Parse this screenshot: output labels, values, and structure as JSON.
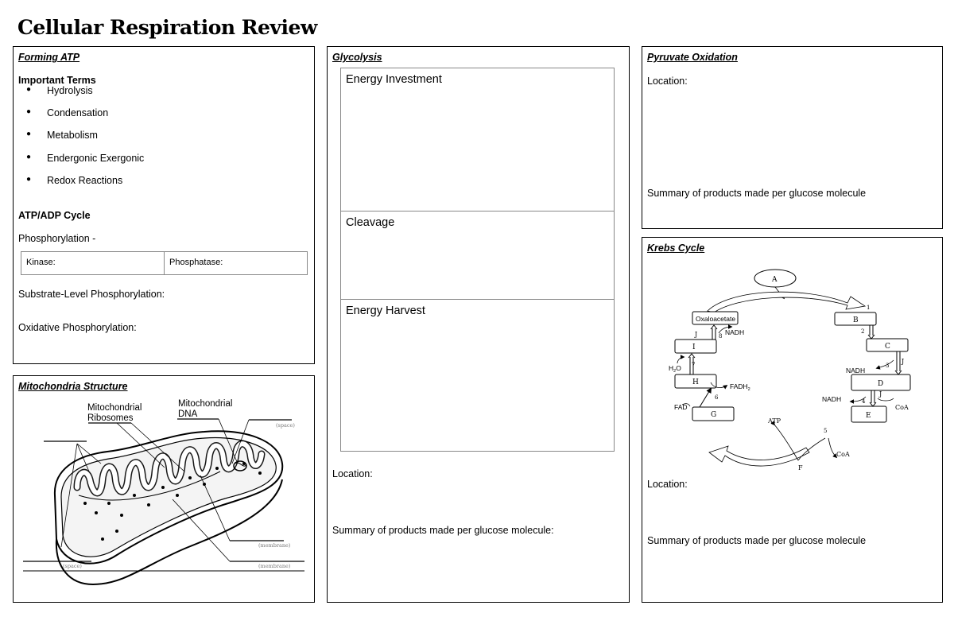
{
  "page_title": "Cellular Respiration Review",
  "forming_atp": {
    "heading": "Forming ATP",
    "important_terms_label": "Important Terms",
    "terms": [
      "Hydrolysis",
      "Condensation",
      "Metabolism",
      "Endergonic Exergonic",
      "Redox Reactions"
    ],
    "cycle_label": "ATP/ADP Cycle",
    "phosphorylation": "Phosphorylation -",
    "kinase": "Kinase:",
    "phosphatase": "Phosphatase:",
    "substrate_level": "Substrate-Level Phosphorylation:",
    "oxidative": "Oxidative Phosphorylation:"
  },
  "mitochondria": {
    "heading": "Mitochondria Structure",
    "ribosomes_label_1": "Mitochondrial",
    "ribosomes_label_2": "Ribosomes",
    "dna_label_1": "Mitochondrial",
    "dna_label_2": "DNA",
    "space_label": "(space)",
    "membrane_label": "(membrane)"
  },
  "glycolysis": {
    "heading": "Glycolysis",
    "stages": [
      "Energy Investment",
      "Cleavage",
      "Energy Harvest"
    ],
    "location": "Location:",
    "summary": "Summary of products made per glucose molecule:"
  },
  "pyruvate": {
    "heading": "Pyruvate Oxidation",
    "location": "Location:",
    "summary": "Summary of products made per glucose molecule"
  },
  "krebs": {
    "heading": "Krebs Cycle",
    "location": "Location:",
    "summary": "Summary of products made per glucose molecule",
    "diagram": {
      "boxes": {
        "A": "A",
        "B": "B",
        "C": "C",
        "D": "D",
        "E": "E",
        "G": "G",
        "H": "H",
        "I": "I",
        "oxalo": "Oxaloacetate"
      },
      "step_numbers": [
        "1",
        "2",
        "3",
        "4",
        "5",
        "6",
        "7",
        "8"
      ],
      "labels": {
        "J": "J",
        "F": "F",
        "nadh": "NADH",
        "fadh2": "FADH",
        "fad": "FAD",
        "h2o": "H",
        "o": "O",
        "sub2": "2",
        "atp": "ATP",
        "coa": "CoA"
      }
    }
  }
}
